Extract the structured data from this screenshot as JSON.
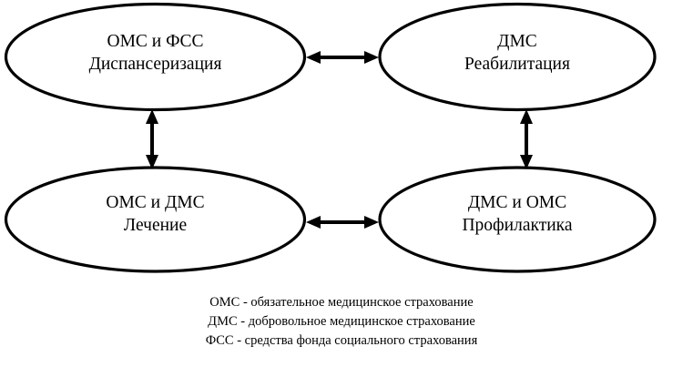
{
  "diagram": {
    "type": "relationship-diagram",
    "background_color": "#ffffff",
    "stroke_color": "#000000",
    "nodes": [
      {
        "id": "top-left",
        "shape": "ellipse",
        "line1": "ОМС и ФСС",
        "line2": "Диспансеризация"
      },
      {
        "id": "top-right",
        "shape": "ellipse",
        "line1": "ДМС",
        "line2": "Реабилитация"
      },
      {
        "id": "bottom-left",
        "shape": "ellipse",
        "line1": "ОМС и ДМС",
        "line2": "Лечение"
      },
      {
        "id": "bottom-right",
        "shape": "ellipse",
        "line1": "ДМС и ОМС",
        "line2": "Профилактика"
      }
    ],
    "connectors": [
      {
        "id": "top-horizontal",
        "from": "top-left",
        "to": "top-right",
        "style": "double-headed-arrow",
        "orientation": "horizontal"
      },
      {
        "id": "bottom-horizontal",
        "from": "bottom-left",
        "to": "bottom-right",
        "style": "double-headed-arrow",
        "orientation": "horizontal"
      },
      {
        "id": "left-vertical",
        "from": "top-left",
        "to": "bottom-left",
        "style": "double-headed-arrow",
        "orientation": "vertical"
      },
      {
        "id": "right-vertical",
        "from": "top-right",
        "to": "bottom-right",
        "style": "double-headed-arrow",
        "orientation": "vertical"
      }
    ]
  },
  "legend": {
    "lines": [
      "ОМС - обязательное медицинское страхование",
      "ДМС - добровольное медицинское страхование",
      "ФСС - средства фонда социального страхования"
    ]
  }
}
